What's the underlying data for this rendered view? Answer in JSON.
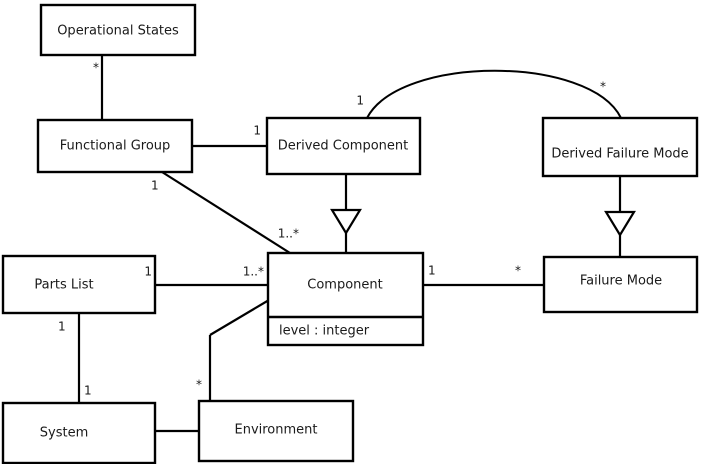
{
  "diagram": {
    "type": "uml-class-diagram",
    "title": "",
    "background_color": "#ffffff",
    "line_color": "#000000",
    "text_color": "#1a1a1a",
    "classes": [
      {
        "id": "operational-states",
        "name": "Operational States",
        "attributes": []
      },
      {
        "id": "functional-group",
        "name": "Functional Group",
        "attributes": []
      },
      {
        "id": "derived-component",
        "name": "Derived Component",
        "attributes": []
      },
      {
        "id": "derived-failure-mode",
        "name": "Derived Failure Mode",
        "attributes": []
      },
      {
        "id": "parts-list",
        "name": "Parts List",
        "attributes": []
      },
      {
        "id": "component",
        "name": "Component",
        "attributes": [
          "level : integer"
        ]
      },
      {
        "id": "failure-mode",
        "name": "Failure Mode",
        "attributes": []
      },
      {
        "id": "system",
        "name": "System",
        "attributes": []
      },
      {
        "id": "environment",
        "name": "Environment",
        "attributes": []
      }
    ],
    "relationships": [
      {
        "id": "rel-opstates-funcgroup",
        "kind": "association",
        "from": "functional-group",
        "to": "operational-states",
        "from_multiplicity": "",
        "to_multiplicity": "*"
      },
      {
        "id": "rel-funcgroup-derivedcomp",
        "kind": "association",
        "from": "functional-group",
        "to": "derived-component",
        "from_multiplicity": "",
        "to_multiplicity": "1"
      },
      {
        "id": "rel-funcgroup-component",
        "kind": "association",
        "from": "functional-group",
        "to": "component",
        "from_multiplicity": "1",
        "to_multiplicity": "1..*"
      },
      {
        "id": "rel-derivedcomp-derivedfm",
        "kind": "association",
        "from": "derived-component",
        "to": "derived-failure-mode",
        "from_multiplicity": "1",
        "to_multiplicity": "*"
      },
      {
        "id": "rel-derivedcomp-component",
        "kind": "generalization",
        "from": "derived-component",
        "to": "component",
        "from_multiplicity": "",
        "to_multiplicity": ""
      },
      {
        "id": "rel-derivedfm-failuremode",
        "kind": "generalization",
        "from": "derived-failure-mode",
        "to": "failure-mode",
        "from_multiplicity": "",
        "to_multiplicity": ""
      },
      {
        "id": "rel-partslist-component",
        "kind": "association",
        "from": "parts-list",
        "to": "component",
        "from_multiplicity": "1",
        "to_multiplicity": "1..*"
      },
      {
        "id": "rel-component-failuremode",
        "kind": "association",
        "from": "component",
        "to": "failure-mode",
        "from_multiplicity": "1",
        "to_multiplicity": "*"
      },
      {
        "id": "rel-partslist-system",
        "kind": "association",
        "from": "parts-list",
        "to": "system",
        "from_multiplicity": "1",
        "to_multiplicity": "1"
      },
      {
        "id": "rel-system-environment",
        "kind": "association",
        "from": "system",
        "to": "environment",
        "from_multiplicity": "",
        "to_multiplicity": ""
      },
      {
        "id": "rel-environment-component",
        "kind": "association",
        "from": "environment",
        "to": "component",
        "from_multiplicity": "*",
        "to_multiplicity": ""
      }
    ],
    "labels": {
      "operational_states": "Operational States",
      "functional_group": "Functional Group",
      "derived_component": "Derived Component",
      "derived_failure_mode": "Derived Failure Mode",
      "parts_list": "Parts List",
      "component": "Component",
      "component_attr_level": "level : integer",
      "failure_mode": "Failure Mode",
      "system": "System",
      "environment": "Environment"
    },
    "multiplicities": {
      "opstates_star": "*",
      "funcgroup_to_derivedcomp_one": "1",
      "funcgroup_diag_one": "1",
      "funcgroup_diag_many": "1..*",
      "arc_left_one": "1",
      "arc_right_star": "*",
      "partslist_one": "1",
      "component_left_many": "1..*",
      "component_right_one": "1",
      "failuremode_star": "*",
      "partslist_down_one": "1",
      "system_up_one": "1",
      "environment_star": "*"
    }
  }
}
